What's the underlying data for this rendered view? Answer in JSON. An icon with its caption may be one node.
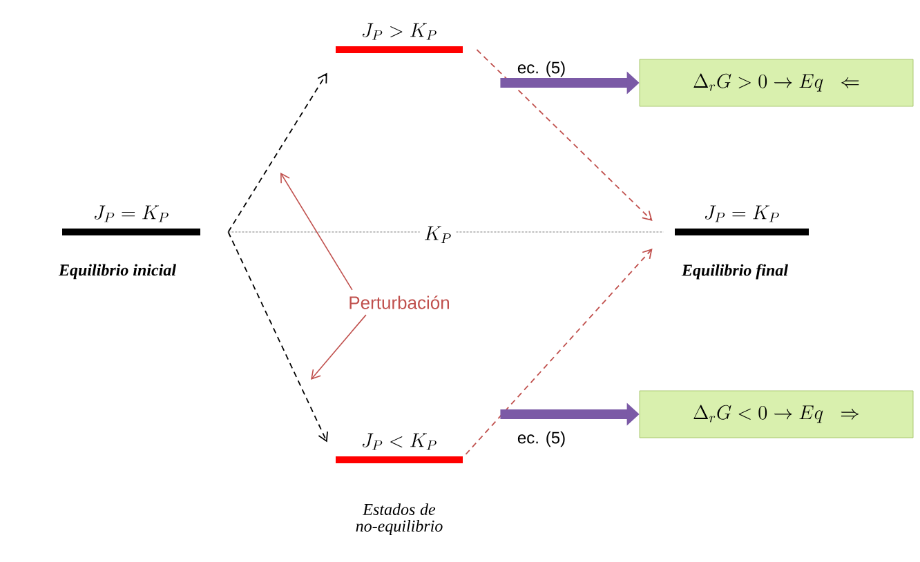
{
  "diagram": {
    "nodes": [
      {
        "text": [
          "J_P = K_P",
          "Equilibrio inicial"
        ]
      },
      {
        "text": [
          "J_P > K_P"
        ]
      },
      {
        "text": [
          "J_P < K_P"
        ]
      },
      {
        "text": [
          "J_P = K_P",
          "Equilibrio final"
        ]
      },
      {
        "text": [
          "\\Delta_r G > 0 \\rightarrow Eq \\;\\; \\Leftarrow"
        ]
      },
      {
        "text": [
          "\\Delta_r G < 0 \\rightarrow Eq \\;\\; \\Rightarrow"
        ]
      },
      {
        "text": [
          "Perturbación"
        ]
      }
    ],
    "edges": [
      {
        "from": 0,
        "to": 1,
        "arrow": "to",
        "style": "dashed",
        "color": "#000000"
      },
      {
        "from": 0,
        "to": 2,
        "arrow": "to",
        "style": "dashed",
        "color": "#000000"
      },
      {
        "from": 0,
        "to": 3,
        "arrow": "none",
        "style": "dashed",
        "color": "#808080",
        "label": "K_P"
      },
      {
        "from": 1,
        "to": 3,
        "arrow": "to",
        "style": "dashed",
        "color": "#c0504d"
      },
      {
        "from": 2,
        "to": 3,
        "arrow": "to",
        "style": "dashed",
        "color": "#c0504d"
      },
      {
        "from": 1,
        "to": 4,
        "arrow": "to",
        "style": "thick",
        "color": "#7b5aa6",
        "label": "ec. (5)"
      },
      {
        "from": 2,
        "to": 5,
        "arrow": "to",
        "style": "thick",
        "color": "#7b5aa6",
        "label": "ec. (5)"
      },
      {
        "from": 6,
        "to": null,
        "arrow": "to",
        "color": "#c0504d"
      },
      {
        "from": 6,
        "to": null,
        "arrow": "to",
        "color": "#c0504d"
      }
    ],
    "labels": [
      "Estados de no-equilibrio"
    ]
  }
}
